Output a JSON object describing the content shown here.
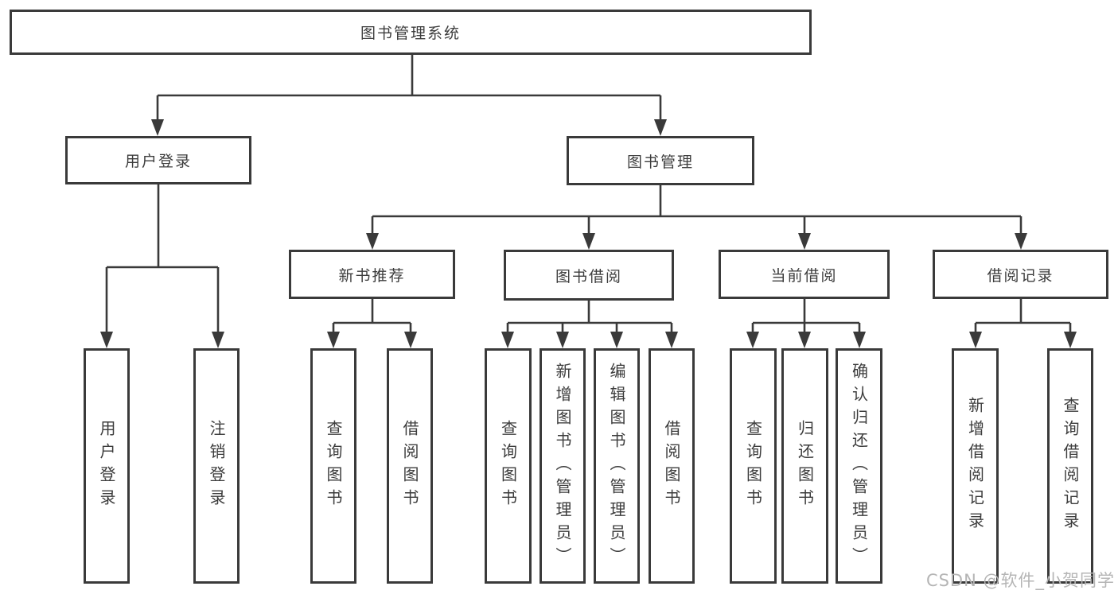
{
  "diagram": {
    "title": "图书管理系统",
    "type": "hierarchy-tree",
    "colors": {
      "line": "#3a3a3a",
      "box_border": "#3a3a3a",
      "text": "#3c3c3c",
      "background": "#ffffff",
      "watermark": "#b5b5b5"
    },
    "nodes": {
      "root": "图书管理系统",
      "user_login": "用户登录",
      "book_management": "图书管理",
      "new_book_recommend": "新书推荐",
      "book_borrowing": "图书借阅",
      "current_borrowing": "当前借阅",
      "borrowing_records": "借阅记录",
      "leaf_user_login": "用户登录",
      "leaf_logout": "注销登录",
      "leaf_query_books_recommend": "查询图书",
      "leaf_borrow_books_recommend": "借阅图书",
      "leaf_query_books_borrowing": "查询图书",
      "leaf_add_books_admin": "新增图书（管理员）",
      "leaf_edit_books_admin": "编辑图书（管理员）",
      "leaf_borrow_books_borrowing": "借阅图书",
      "leaf_query_books_current": "查询图书",
      "leaf_return_books": "归还图书",
      "leaf_confirm_return_admin": "确认归还（管理员）",
      "leaf_add_borrow_record": "新增借阅记录",
      "leaf_query_borrow_record": "查询借阅记录"
    },
    "edges": [
      "root > user_login",
      "root > book_management",
      "user_login > leaf_user_login",
      "user_login > leaf_logout",
      "book_management > new_book_recommend",
      "book_management > book_borrowing",
      "book_management > current_borrowing",
      "book_management > borrowing_records",
      "new_book_recommend > leaf_query_books_recommend",
      "new_book_recommend > leaf_borrow_books_recommend",
      "book_borrowing > leaf_query_books_borrowing",
      "book_borrowing > leaf_add_books_admin",
      "book_borrowing > leaf_edit_books_admin",
      "book_borrowing > leaf_borrow_books_borrowing",
      "current_borrowing > leaf_query_books_current",
      "current_borrowing > leaf_return_books",
      "current_borrowing > leaf_confirm_return_admin",
      "borrowing_records > leaf_add_borrow_record",
      "borrowing_records > leaf_query_borrow_record"
    ]
  },
  "watermark": {
    "text": "CSDN @软件_小贺同学"
  }
}
